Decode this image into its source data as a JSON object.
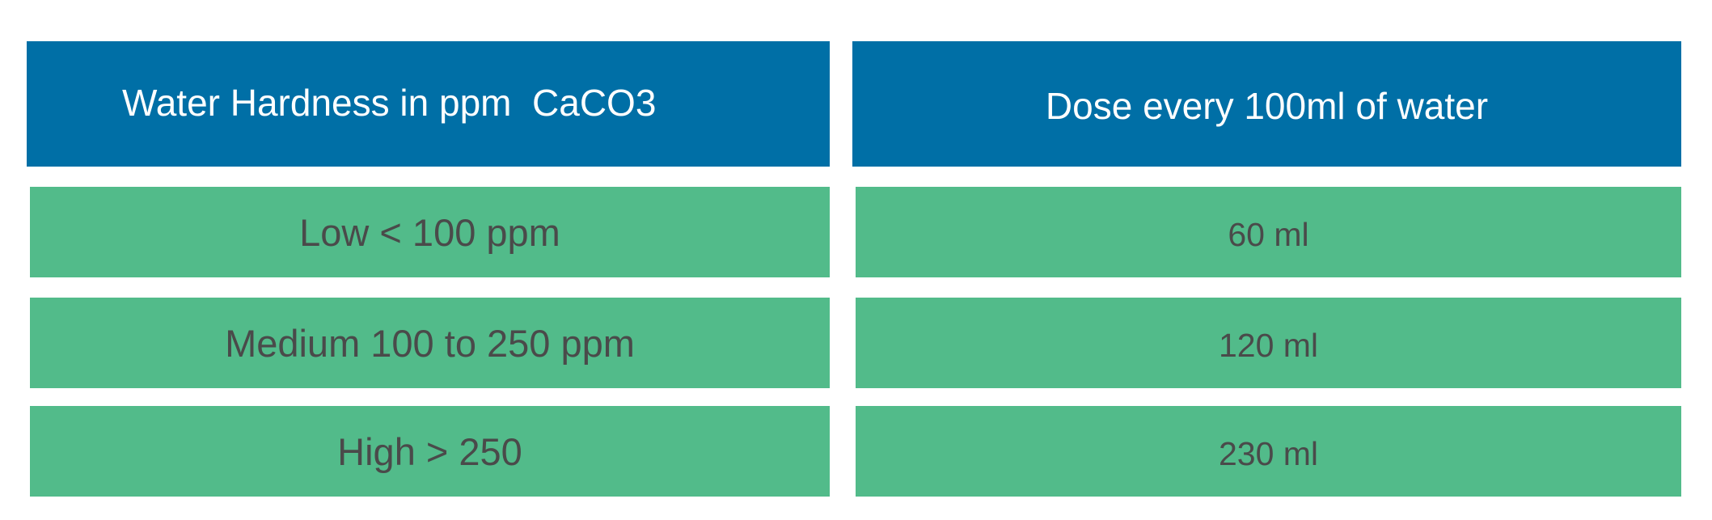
{
  "table": {
    "headers": [
      "Water Hardness in ppm  CaCO3",
      "Dose every 100ml of water"
    ],
    "rows": [
      [
        "Low < 100 ppm",
        "60 ml"
      ],
      [
        "Medium 100 to 250 ppm",
        "120 ml"
      ],
      [
        "High > 250",
        "230 ml"
      ]
    ]
  },
  "colors": {
    "header_bg": "#006fa6",
    "header_text": "#ffffff",
    "row_bg": "#52bb8a",
    "row_text": "#4a4a4a"
  }
}
